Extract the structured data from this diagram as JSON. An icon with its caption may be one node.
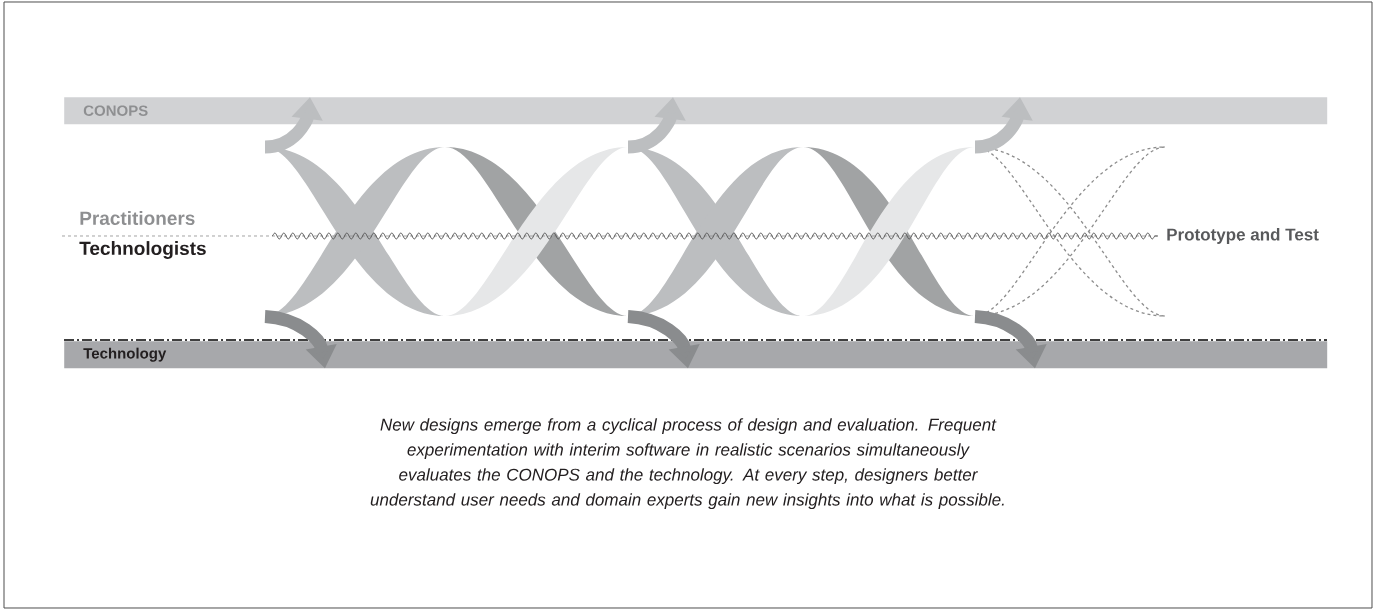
{
  "diagram": {
    "caption": "New designs emerge from a cyclical process of design and evaluation. Frequent experimentation with interim software in realistic scenarios simultaneously evaluates the CONOPS and the technology. At every step, designers better understand user needs and domain experts gain new insights into what is possible.",
    "nodes": [
      {
        "text": [
          "CONOPS"
        ]
      },
      {
        "text": [
          "Technology"
        ]
      },
      {
        "text": [],
        "shape": "picture"
      }
    ],
    "edges": [
      {
        "from": 2,
        "to": 0,
        "arrow": "to"
      },
      {
        "from": 2,
        "to": 0,
        "arrow": "to"
      },
      {
        "from": 2,
        "to": 0,
        "arrow": "to"
      },
      {
        "from": 2,
        "to": 1,
        "arrow": "to"
      },
      {
        "from": 2,
        "to": 1,
        "arrow": "to"
      },
      {
        "from": 2,
        "to": 1,
        "arrow": "to"
      }
    ],
    "labels": [
      "Practitioners",
      "Technologists",
      "Prototype and Test"
    ]
  }
}
